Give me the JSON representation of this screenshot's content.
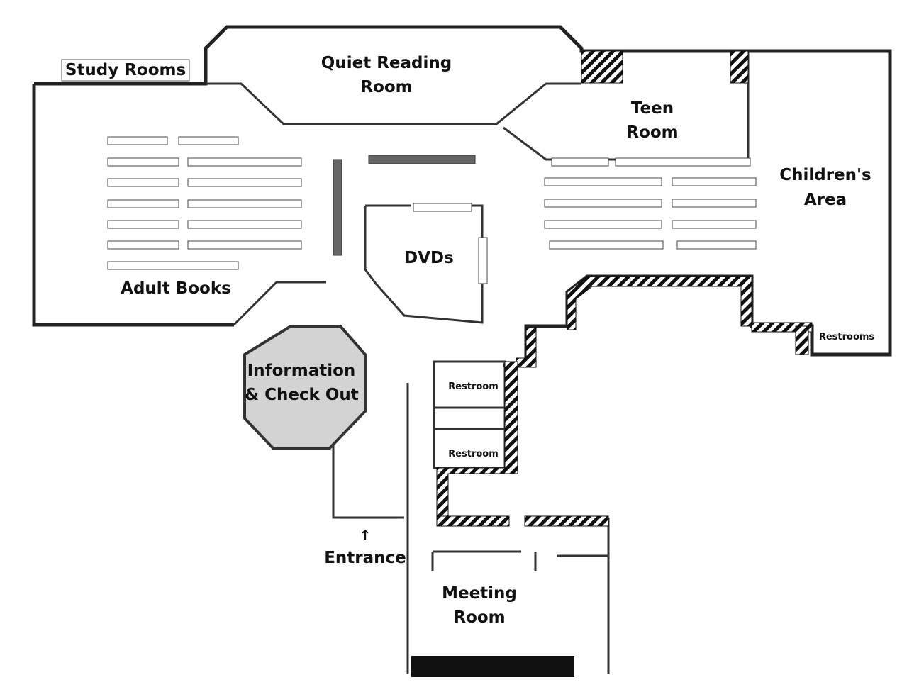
{
  "labels": {
    "study_rooms": "Study Rooms",
    "quiet_reading_room": [
      "Quiet Reading",
      "Room"
    ],
    "teen_room": [
      "Teen",
      "Room"
    ],
    "childrens_area": [
      "Children's",
      "Area"
    ],
    "adult_books": "Adult Books",
    "dvds": "DVDs",
    "information_checkout": [
      "Information",
      "& Check Out"
    ],
    "restroom_upper": "Restroom",
    "restroom_lower": "Restroom",
    "restrooms_childrens": "Restrooms",
    "entrance": "Entrance",
    "entrance_arrow": "↑",
    "meeting_room": [
      "Meeting",
      "Room"
    ]
  },
  "colors": {
    "wall": "#222222",
    "info_desk_fill": "#d3d3d3",
    "dark_shelf": "#666666",
    "hatch": "#111111"
  }
}
